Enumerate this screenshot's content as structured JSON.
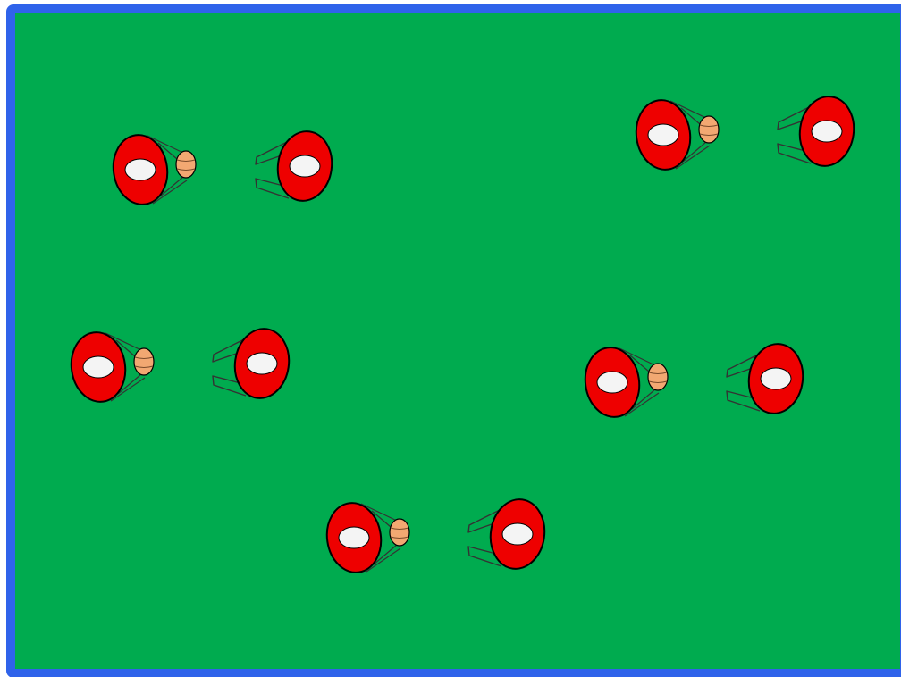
{
  "colors": {
    "border": "#2f63ea",
    "field": "#00ab4f",
    "player_body": "#ee0000",
    "player_outline": "#000000",
    "helmet": "#f4f4f4",
    "football": "#f2a872",
    "football_lace": "#7a4a2a",
    "arm_line": "#333333"
  },
  "icons": {
    "player": "player-icon",
    "football": "football-icon",
    "arms": "arms-icon"
  },
  "groups": [
    {
      "name": "passing-pair-1"
    },
    {
      "name": "passing-pair-2"
    },
    {
      "name": "passing-pair-3"
    },
    {
      "name": "passing-pair-4"
    },
    {
      "name": "passing-pair-5"
    }
  ]
}
